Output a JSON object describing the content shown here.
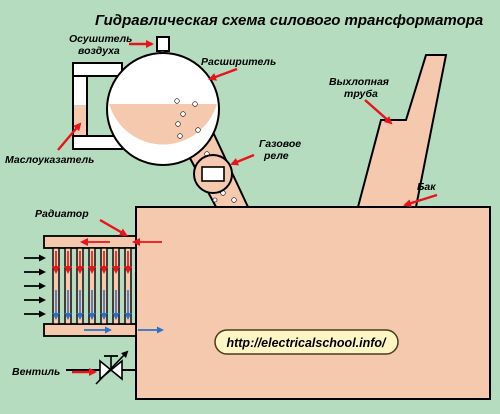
{
  "title": "Гидравлическая схема силового  трансформатора",
  "labels": {
    "dryer": [
      "Осушитель",
      "воздуха"
    ],
    "expander": "Расширитель",
    "exhaust": [
      "Выхлопная",
      "труба"
    ],
    "gas_relay": [
      "Газовое",
      "реле"
    ],
    "oil_gauge": "Маслоуказатель",
    "tank": "Бак",
    "radiator": "Радиатор",
    "valve": "Вентиль"
  },
  "website": "http://electricalschool.info/",
  "colors": {
    "background": "#b5dcbf",
    "oil": "#f4c9ad",
    "arrow_red": "#e8141a",
    "arrow_blue": "#2a72c8",
    "outline": "#000000"
  }
}
